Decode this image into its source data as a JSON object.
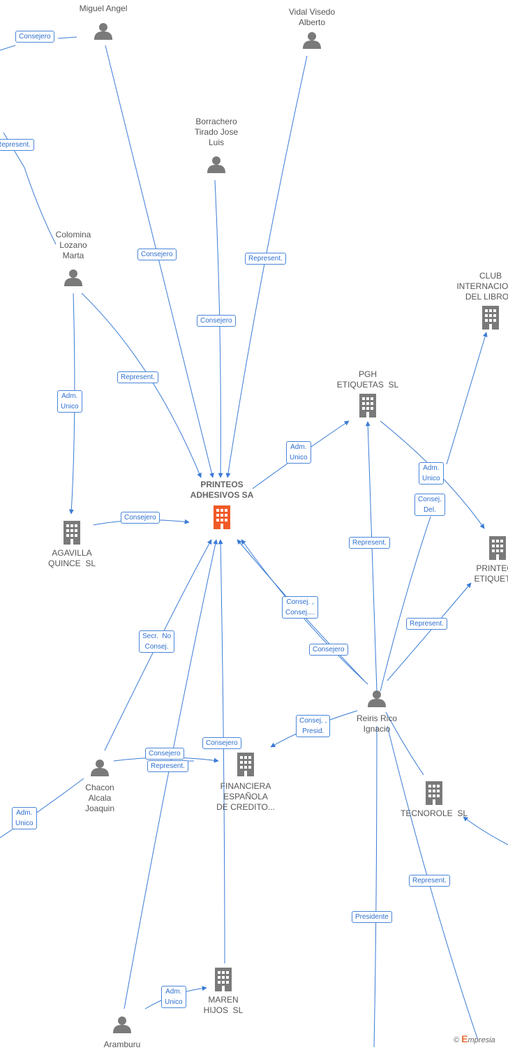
{
  "nodes": [
    {
      "id": "miguel",
      "kind": "person",
      "label": "Miguel Angel",
      "label_lines": [
        "Miguel Angel"
      ]
    },
    {
      "id": "vidal",
      "kind": "person",
      "label_lines": [
        "Vidal Visedo",
        "Alberto"
      ]
    },
    {
      "id": "borrachero",
      "kind": "person",
      "label_lines": [
        "Borrachero",
        "Tirado Jose",
        "Luis"
      ]
    },
    {
      "id": "colomina",
      "kind": "person",
      "label_lines": [
        "Colomina",
        "Lozano",
        "Marta"
      ]
    },
    {
      "id": "club",
      "kind": "company",
      "label_lines": [
        "CLUB",
        "INTERNACIONAL",
        "DEL LIBRO..."
      ]
    },
    {
      "id": "pgh",
      "kind": "company",
      "label_lines": [
        "PGH",
        "ETIQUETAS  SL"
      ]
    },
    {
      "id": "printeos",
      "kind": "company-main",
      "label_lines": [
        "PRINTEOS",
        "ADHESIVOS SA"
      ]
    },
    {
      "id": "agavilla",
      "kind": "company",
      "label_lines": [
        "AGAVILLA",
        "QUINCE  SL"
      ]
    },
    {
      "id": "printeos_et",
      "kind": "company",
      "label_lines": [
        "PRINTEOS",
        "ETIQUETAS"
      ]
    },
    {
      "id": "reiris",
      "kind": "person",
      "label_lines": [
        "Reiris Rico",
        "Ignacio"
      ]
    },
    {
      "id": "chacon",
      "kind": "person",
      "label_lines": [
        "Chacon",
        "Alcala",
        "Joaquin"
      ]
    },
    {
      "id": "financiera",
      "kind": "company",
      "label_lines": [
        "FINANCIERA",
        "ESPAÑOLA",
        "DE CREDITO..."
      ]
    },
    {
      "id": "tecnorole",
      "kind": "company",
      "label_lines": [
        "TECNOROLE  SL"
      ]
    },
    {
      "id": "maren",
      "kind": "company",
      "label_lines": [
        "MAREN",
        "HIJOS  SL"
      ]
    },
    {
      "id": "aramburu",
      "kind": "person",
      "label_lines": [
        "Aramburu"
      ]
    }
  ],
  "edge_labels": [
    {
      "id": "e1",
      "text": "Consejero"
    },
    {
      "id": "e2",
      "text": "Represent."
    },
    {
      "id": "e3",
      "text": "Consejero"
    },
    {
      "id": "e4",
      "text": "Represent."
    },
    {
      "id": "e5",
      "text": "Consejero"
    },
    {
      "id": "e6",
      "text": "Adm.\nUnico"
    },
    {
      "id": "e7",
      "text": "Represent."
    },
    {
      "id": "e8",
      "text": "Consejero"
    },
    {
      "id": "e9",
      "text": "Adm.\nUnico"
    },
    {
      "id": "e10",
      "text": "Adm.\nUnico"
    },
    {
      "id": "e11",
      "text": "Consej.\nDel."
    },
    {
      "id": "e12",
      "text": "Represent."
    },
    {
      "id": "e13",
      "text": "Consej. ,\nConsej...."
    },
    {
      "id": "e14",
      "text": "Consejero"
    },
    {
      "id": "e15",
      "text": "Represent."
    },
    {
      "id": "e16",
      "text": "Secr.  No\nConsej."
    },
    {
      "id": "e17",
      "text": "Consej. ,\nPresid."
    },
    {
      "id": "e18",
      "text": "Consejero"
    },
    {
      "id": "e19",
      "text": "Consejero"
    },
    {
      "id": "e20",
      "text": "Represent."
    },
    {
      "id": "e21",
      "text": "Adm.\nUnico"
    },
    {
      "id": "e22",
      "text": "Represent."
    },
    {
      "id": "e23",
      "text": "Presidente"
    },
    {
      "id": "e24",
      "text": "Adm.\nUnico"
    }
  ],
  "brand": {
    "copyright": "©",
    "name": "mpresia",
    "initial": "E"
  },
  "colors": {
    "edge": "#3a7bd5",
    "icon": "#7a7a7a",
    "main_icon": "#f05a28"
  }
}
